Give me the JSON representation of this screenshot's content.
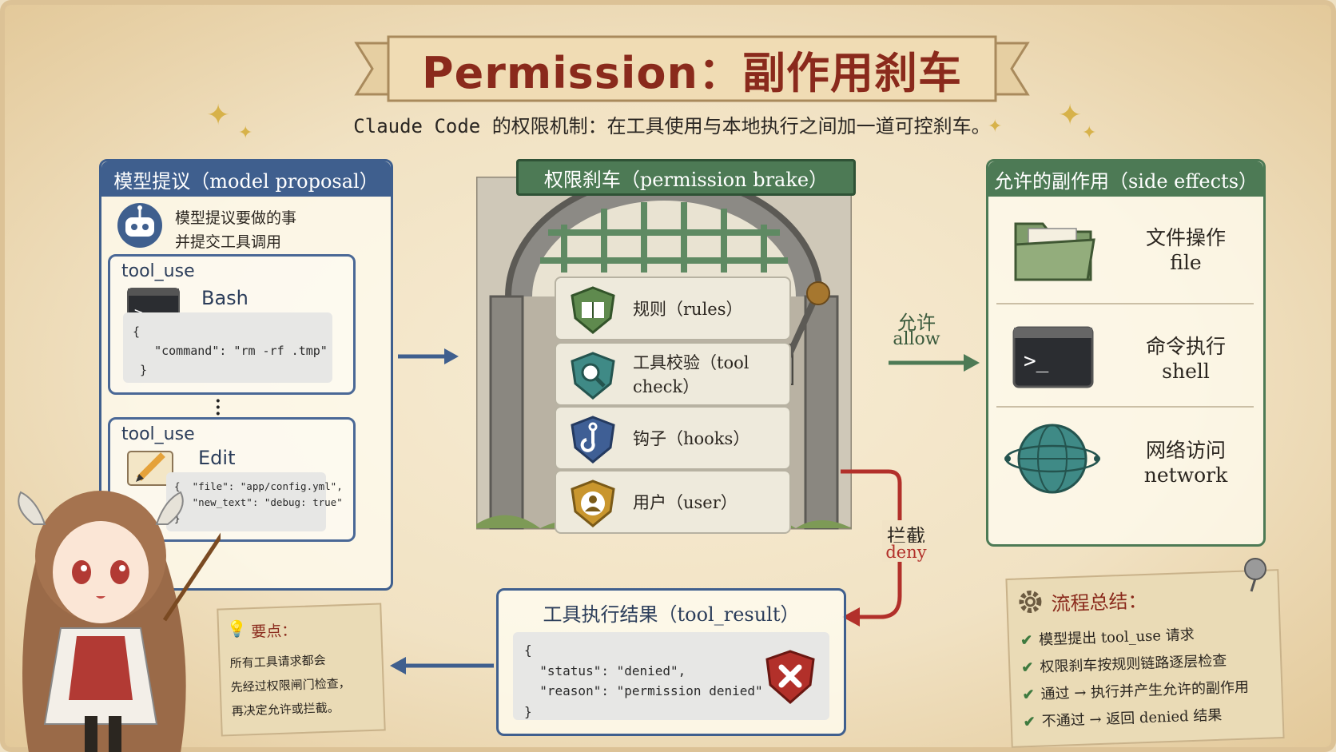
{
  "title": "Permission：副作用刹车",
  "subtitle": "Claude Code 的权限机制：在工具使用与本地执行之间加一道可控刹车。",
  "left": {
    "header": "模型提议（model proposal）",
    "intro_line1": "模型提议要做的事",
    "intro_line2": "并提交工具调用",
    "card1": {
      "label": "tool_use",
      "tool": "Bash",
      "code": "{\n   \"command\": \"rm -rf .tmp\"\n }"
    },
    "card2": {
      "label": "tool_use",
      "tool": "Edit",
      "code": "{  \"file\": \"app/config.yml\",\n   \"new_text\": \"debug: true\"\n}"
    }
  },
  "gate": {
    "header": "权限刹车（permission brake）",
    "rules": [
      {
        "label": "规则（rules）",
        "icon": "book-icon",
        "color": "#5f8a4e"
      },
      {
        "label": "工具校验（tool check）",
        "icon": "magnifier-icon",
        "color": "#3f8a86"
      },
      {
        "label": "钩子（hooks）",
        "icon": "hook-icon",
        "color": "#3f5f95"
      },
      {
        "label": "用户（user）",
        "icon": "user-icon",
        "color": "#c9962e"
      }
    ]
  },
  "allow": {
    "zh": "允许",
    "en": "allow"
  },
  "deny": {
    "zh": "拦截",
    "en": "deny"
  },
  "right": {
    "header": "允许的副作用（side effects）",
    "items": [
      {
        "zh": "文件操作",
        "en": "file",
        "icon": "folder-icon"
      },
      {
        "zh": "命令执行",
        "en": "shell",
        "icon": "terminal-icon"
      },
      {
        "zh": "网络访问",
        "en": "network",
        "icon": "globe-icon"
      }
    ]
  },
  "result": {
    "title": "工具执行结果（tool_result）",
    "code": "{\n  \"status\": \"denied\",\n  \"reason\": \"permission denied\"\n}"
  },
  "note": {
    "title": "要点：",
    "line1": "所有工具请求都会",
    "line2": "先经过权限闸门检查，",
    "line3": "再决定允许或拦截。"
  },
  "summary": {
    "title": "流程总结：",
    "items": [
      "模型提出 tool_use 请求",
      "权限刹车按规则链路逐层检查",
      "通过 → 执行并产生允许的副作用",
      "不通过 → 返回 denied 结果"
    ]
  },
  "colors": {
    "blue": "#3f5f8e",
    "green": "#4d7a55",
    "red": "#b2302a",
    "title": "#8a2a1c"
  }
}
